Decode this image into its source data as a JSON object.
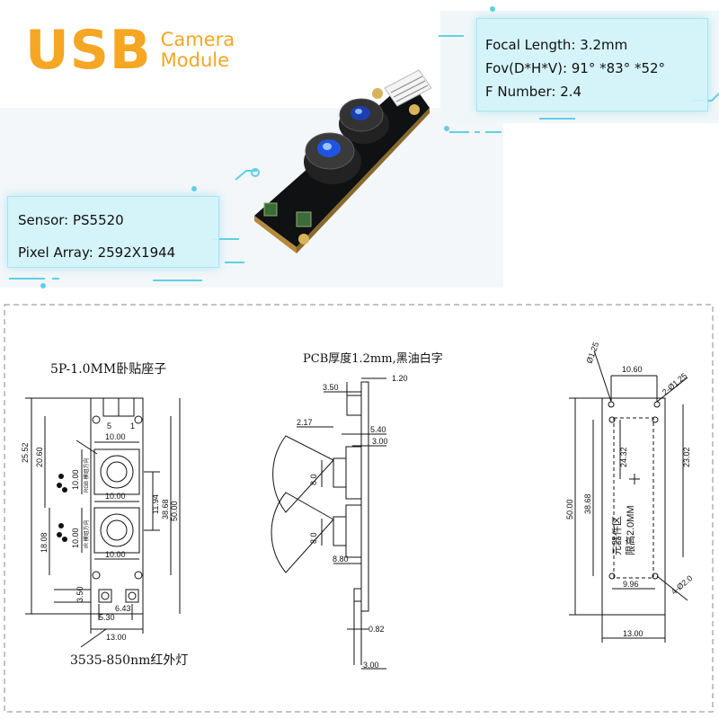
{
  "header": {
    "brand_main": "USB",
    "brand_line1": "Camera",
    "brand_line2": "Module",
    "accent_color": "#f5a623"
  },
  "specs_top": [
    "Focal Length: 3.2mm",
    "Fov(D*H*V): 91° *83° *52°",
    "F Number: 2.4"
  ],
  "specs_left": [
    "Sensor: PS5520",
    "Pixel Array: 2592X1944"
  ],
  "drawing": {
    "connector_caption": "5P-1.0MM卧贴座子",
    "pcb_caption": "PCB厚度1.2mm,黑油白字",
    "led_caption": "3535-850nm红外灯",
    "front": {
      "dim_2552": "25.52",
      "dim_2060": "20.60",
      "dim_1808": "18.08",
      "dim_350": "3.50",
      "dim_1000_a": "10.00",
      "dim_1000_b": "10.00",
      "dim_1000_c": "10.00",
      "dim_1000_d": "10.00",
      "dim_1000_e": "10.00",
      "dim_1194": "11.94",
      "dim_3868": "38.68",
      "dim_5000": "50.00",
      "dim_530": "5.30",
      "dim_643": "6.43",
      "dim_1300": "13.00",
      "conn_pin5": "5",
      "conn_pin1": "1",
      "rgb_label": "RGB 模组方向",
      "ir_label": "IR 模组方向"
    },
    "side": {
      "dim_350": "3.50",
      "dim_120": "1.20",
      "dim_217": "2.17",
      "dim_540": "5.40",
      "dim_300_top": "3.00",
      "dim_80_a": "8.0",
      "dim_80_b": "8.0",
      "dim_880": "8.80",
      "dim_082": "0.82",
      "dim_300_bot": "3.00"
    },
    "back": {
      "dim_o125_a": "Ø1.25",
      "dim_1060": "10.60",
      "dim_2o125": "2-Ø1.25",
      "dim_2432": "24.32",
      "dim_2302": "23.02",
      "dim_5000": "50.00",
      "dim_3868": "38.68",
      "dim_996": "9.96",
      "dim_4o20": "4-Ø2.0",
      "dim_1300": "13.00",
      "zone_line1": "元器件区",
      "zone_line2": "限高2.0MM"
    }
  }
}
